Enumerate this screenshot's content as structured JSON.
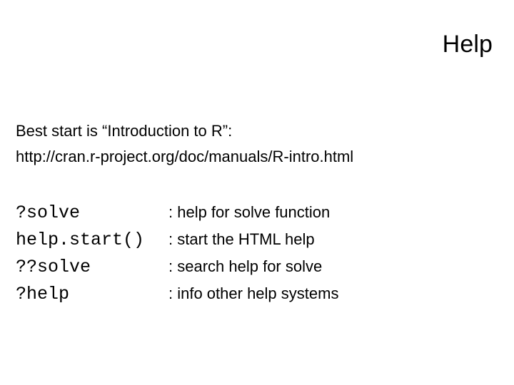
{
  "slide": {
    "title": "Help",
    "intro": {
      "line1": "Best start is “Introduction to R”:",
      "line2": "http://cran.r-project.org/doc/manuals/R-intro.html"
    },
    "commands": [
      {
        "command": "?solve",
        "description": ": help for solve function"
      },
      {
        "command": "help.start()",
        "description": ": start the HTML help"
      },
      {
        "command": "??solve",
        "description": ": search help for solve"
      },
      {
        "command": "?help",
        "description": ": info other help systems"
      }
    ]
  },
  "colors": {
    "background": "#ffffff",
    "text": "#000000"
  }
}
